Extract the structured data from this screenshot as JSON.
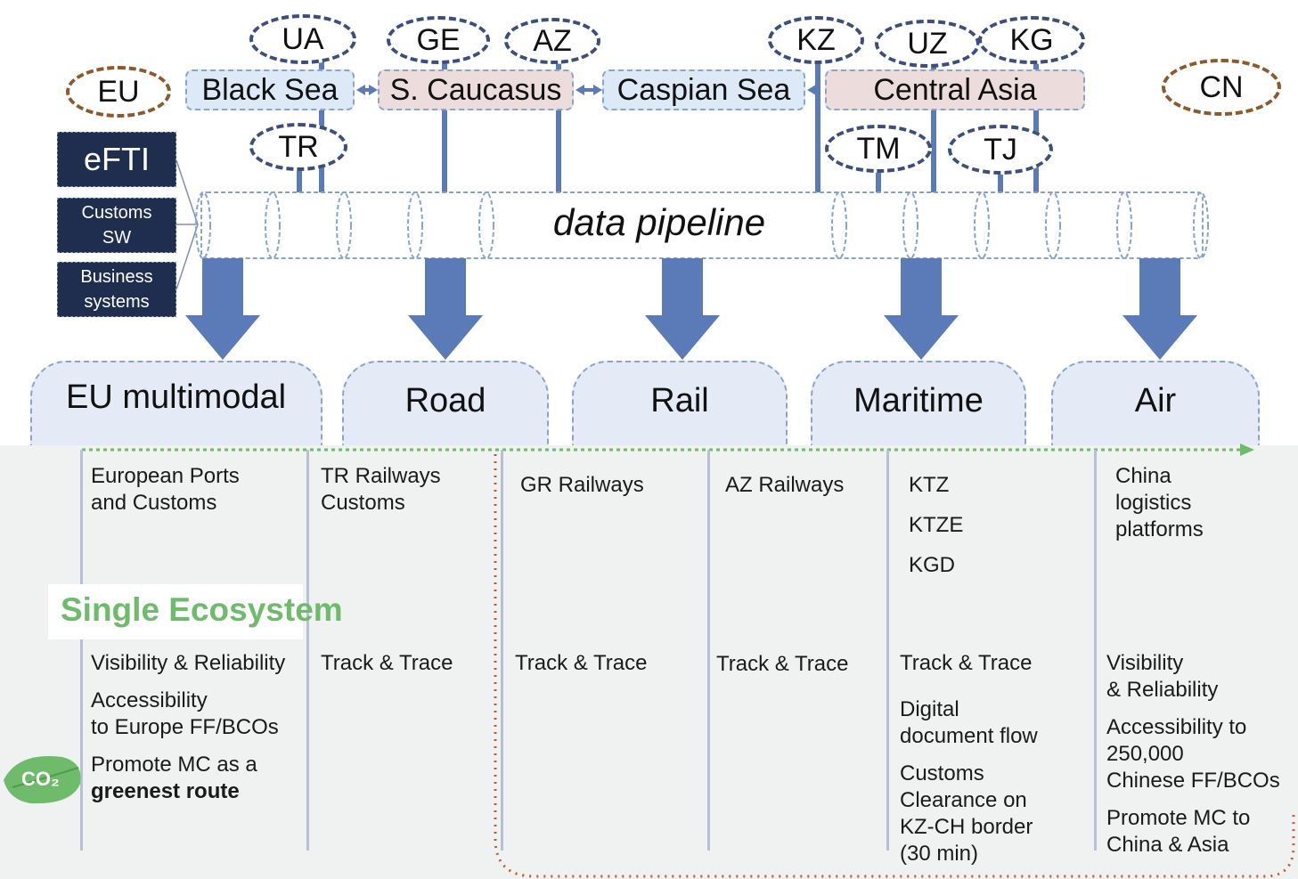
{
  "countries": {
    "ua": "UA",
    "ge": "GE",
    "az": "AZ",
    "kz": "KZ",
    "uz": "UZ",
    "kg": "KG",
    "eu": "EU",
    "cn": "CN",
    "tr": "TR",
    "tm": "TM",
    "tj": "TJ"
  },
  "regions": {
    "black_sea": "Black Sea",
    "caucasus": "S. Caucasus",
    "caspian": "Caspian Sea",
    "central_asia": "Central Asia"
  },
  "side_boxes": {
    "efti": "eFTI",
    "customs_sw_1": "Customs",
    "customs_sw_2": "SW",
    "business_1": "Business",
    "business_2": "systems"
  },
  "pipeline_label": "data pipeline",
  "modes": {
    "eu_multimodal": "EU multimodal",
    "road": "Road",
    "rail": "Rail",
    "maritime": "Maritime",
    "air": "Air"
  },
  "single_ecosystem": "Single Ecosystem",
  "co2_label": "CO₂",
  "columns": {
    "c1_top": [
      "European Ports",
      "and Customs"
    ],
    "c2_top": [
      "TR Railways",
      "Customs"
    ],
    "c3_top": [
      "GR Railways"
    ],
    "c4_top": [
      "AZ Railways"
    ],
    "c5_top": [
      "KTZ",
      "KTZE",
      "KGD"
    ],
    "c6_top": [
      "China",
      "logistics",
      "platforms"
    ],
    "c1_bottom": {
      "vis": "Visibility & Reliability",
      "acc_1": "Accessibility",
      "acc_2": "to Europe FF/BCOs",
      "promote_1": "Promote MC as a",
      "promote_2": "greenest route"
    },
    "c2_bottom": "Track & Trace",
    "c3_bottom": "Track & Trace",
    "c4_bottom": "Track & Trace",
    "c5_bottom": {
      "track": "Track & Trace",
      "digital_1": "Digital",
      "digital_2": "document flow",
      "customs_1": "Customs",
      "customs_2": "Clearance on",
      "customs_3": "KZ-CH border",
      "customs_4": "(30 min)"
    },
    "c6_bottom": {
      "vis_1": "Visibility",
      "vis_2": "& Reliability",
      "acc_1": "Accessibility  to",
      "acc_2": "250,000",
      "acc_3": "Chinese FF/BCOs",
      "promote_1": "Promote MC to",
      "promote_2": "China &  Asia"
    }
  },
  "colors": {
    "navy": "#1f2d4f",
    "arrow_blue": "#5b7bb8",
    "green": "#6dbb6b",
    "orange_dotted": "#c0583a"
  }
}
